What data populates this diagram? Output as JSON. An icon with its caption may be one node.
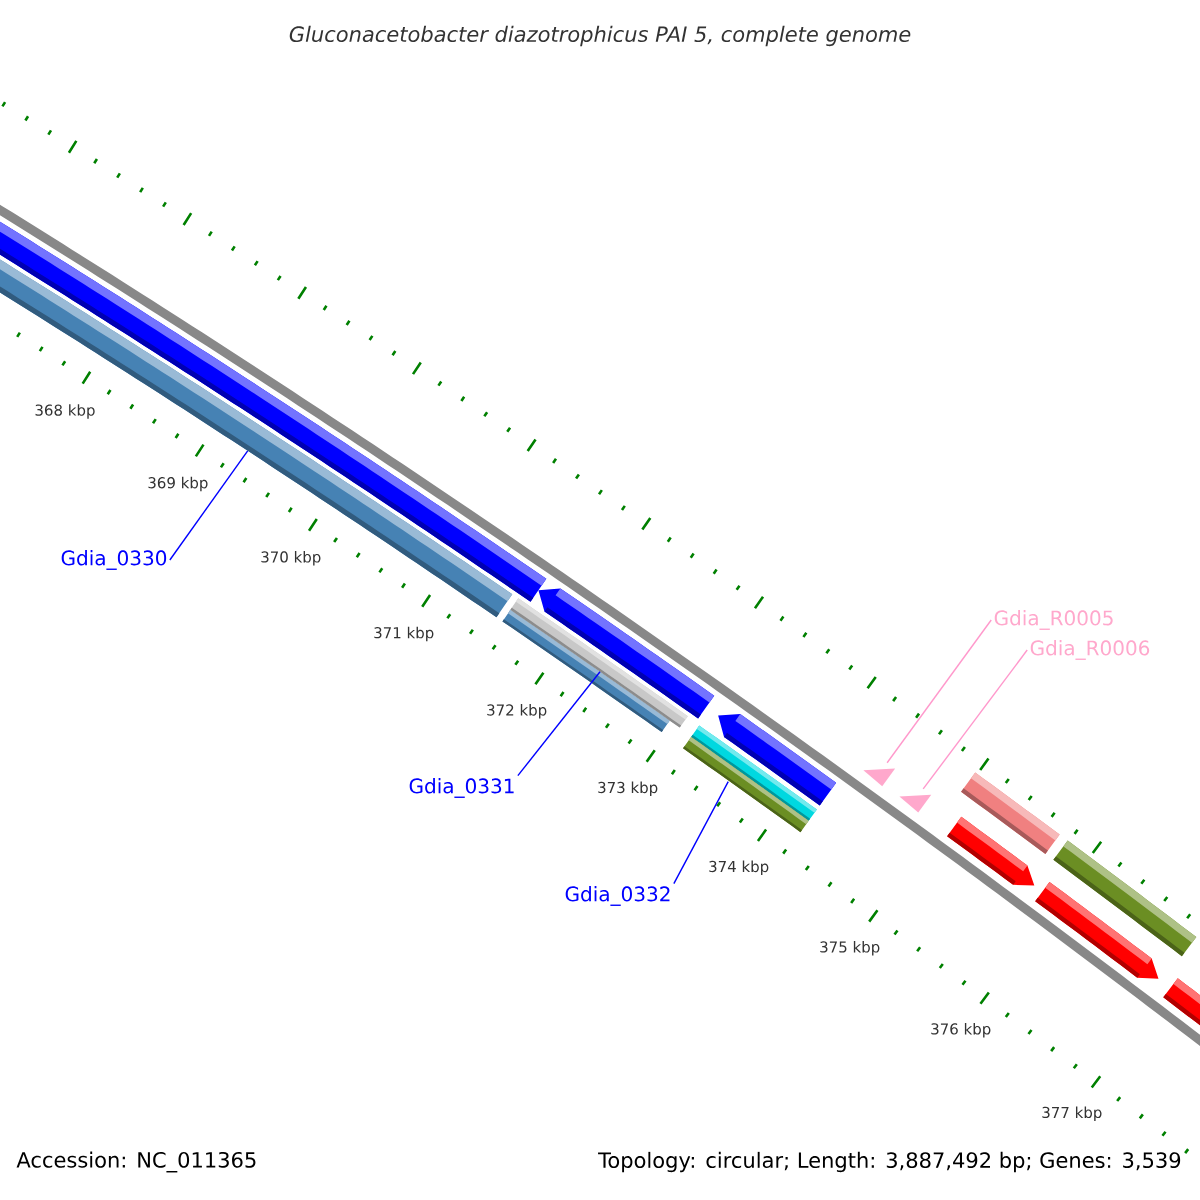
{
  "diagram": {
    "title": "Gluconacetobacter diazotrophicus PAI 5, complete genome",
    "nodes": [
      {
        "text": [
          "Gdia_0330"
        ]
      },
      {
        "text": [],
        "shape": "bar"
      },
      {
        "text": [
          "Gdia_0331"
        ]
      },
      {
        "text": [],
        "shape": "bar"
      },
      {
        "text": [
          "Gdia_0332"
        ]
      },
      {
        "text": [],
        "shape": "bar"
      },
      {
        "text": [
          "Gdia_R0005"
        ]
      },
      {
        "text": [],
        "shape": "triangle"
      },
      {
        "text": [
          "Gdia_R0006"
        ]
      },
      {
        "text": [],
        "shape": "triangle"
      }
    ],
    "edges": [
      {
        "from": 0,
        "to": 1,
        "arrow": "none"
      },
      {
        "from": 2,
        "to": 3,
        "arrow": "none"
      },
      {
        "from": 4,
        "to": 5,
        "arrow": "none"
      },
      {
        "from": 6,
        "to": 7,
        "arrow": "none",
        "color": "#ff99cc"
      },
      {
        "from": 8,
        "to": 9,
        "arrow": "none",
        "color": "#ff99cc"
      }
    ],
    "labels": [
      "368 kbp",
      "369 kbp",
      "370 kbp",
      "371 kbp",
      "372 kbp",
      "373 kbp",
      "374 kbp",
      "375 kbp",
      "376 kbp",
      "377 kbp",
      "Accession: NC_011365",
      "Topology: circular; Length: 3,887,492 bp; Genes: 3,539"
    ]
  }
}
